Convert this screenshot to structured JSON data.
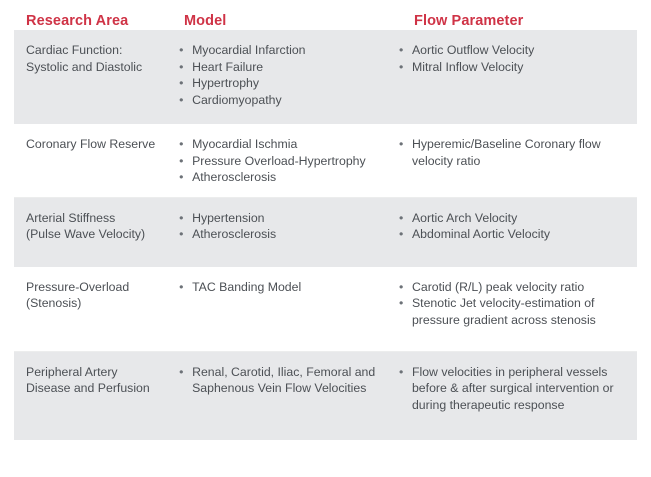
{
  "table": {
    "headers": [
      "Research Area",
      "Model",
      "Flow Parameter"
    ],
    "accent_color": "#cf3346",
    "body_text_color": "#4c5055",
    "shaded_row_color": "#e7e8ea",
    "rows": [
      {
        "shaded": true,
        "area_lines": [
          "Cardiac Function:",
          "Systolic and Diastolic"
        ],
        "models": [
          "Myocardial Infarction",
          "Heart Failure",
          "Hypertrophy",
          "Cardiomyopathy"
        ],
        "flow_parameters": [
          "Aortic Outflow Velocity",
          "Mitral Inflow Velocity"
        ]
      },
      {
        "shaded": false,
        "area_lines": [
          "Coronary Flow Reserve"
        ],
        "models": [
          "Myocardial Ischmia",
          "Pressure Overload-Hypertrophy",
          "Atherosclerosis"
        ],
        "flow_parameters": [
          "Hyperemic/Baseline Coronary flow velocity ratio"
        ]
      },
      {
        "shaded": true,
        "area_lines": [
          "Arterial Stiffness",
          "(Pulse Wave Velocity)"
        ],
        "models": [
          "Hypertension",
          "Atherosclerosis"
        ],
        "flow_parameters": [
          "Aortic Arch Velocity",
          "Abdominal Aortic Velocity"
        ]
      },
      {
        "shaded": false,
        "area_lines": [
          "Pressure-Overload",
          "(Stenosis)"
        ],
        "models": [
          "TAC Banding Model"
        ],
        "flow_parameters": [
          "Carotid (R/L) peak velocity ratio",
          "Stenotic Jet velocity-estimation of pressure gradient across stenosis"
        ]
      },
      {
        "shaded": true,
        "area_lines": [
          "Peripheral Artery",
          "Disease and Perfusion"
        ],
        "models": [
          "Renal, Carotid, Iliac, Femoral and Saphenous Vein Flow Velocities"
        ],
        "flow_parameters": [
          "Flow velocities in peripheral vessels before & after surgical intervention or during therapeutic response"
        ]
      }
    ],
    "bullet_glyph": "•"
  }
}
